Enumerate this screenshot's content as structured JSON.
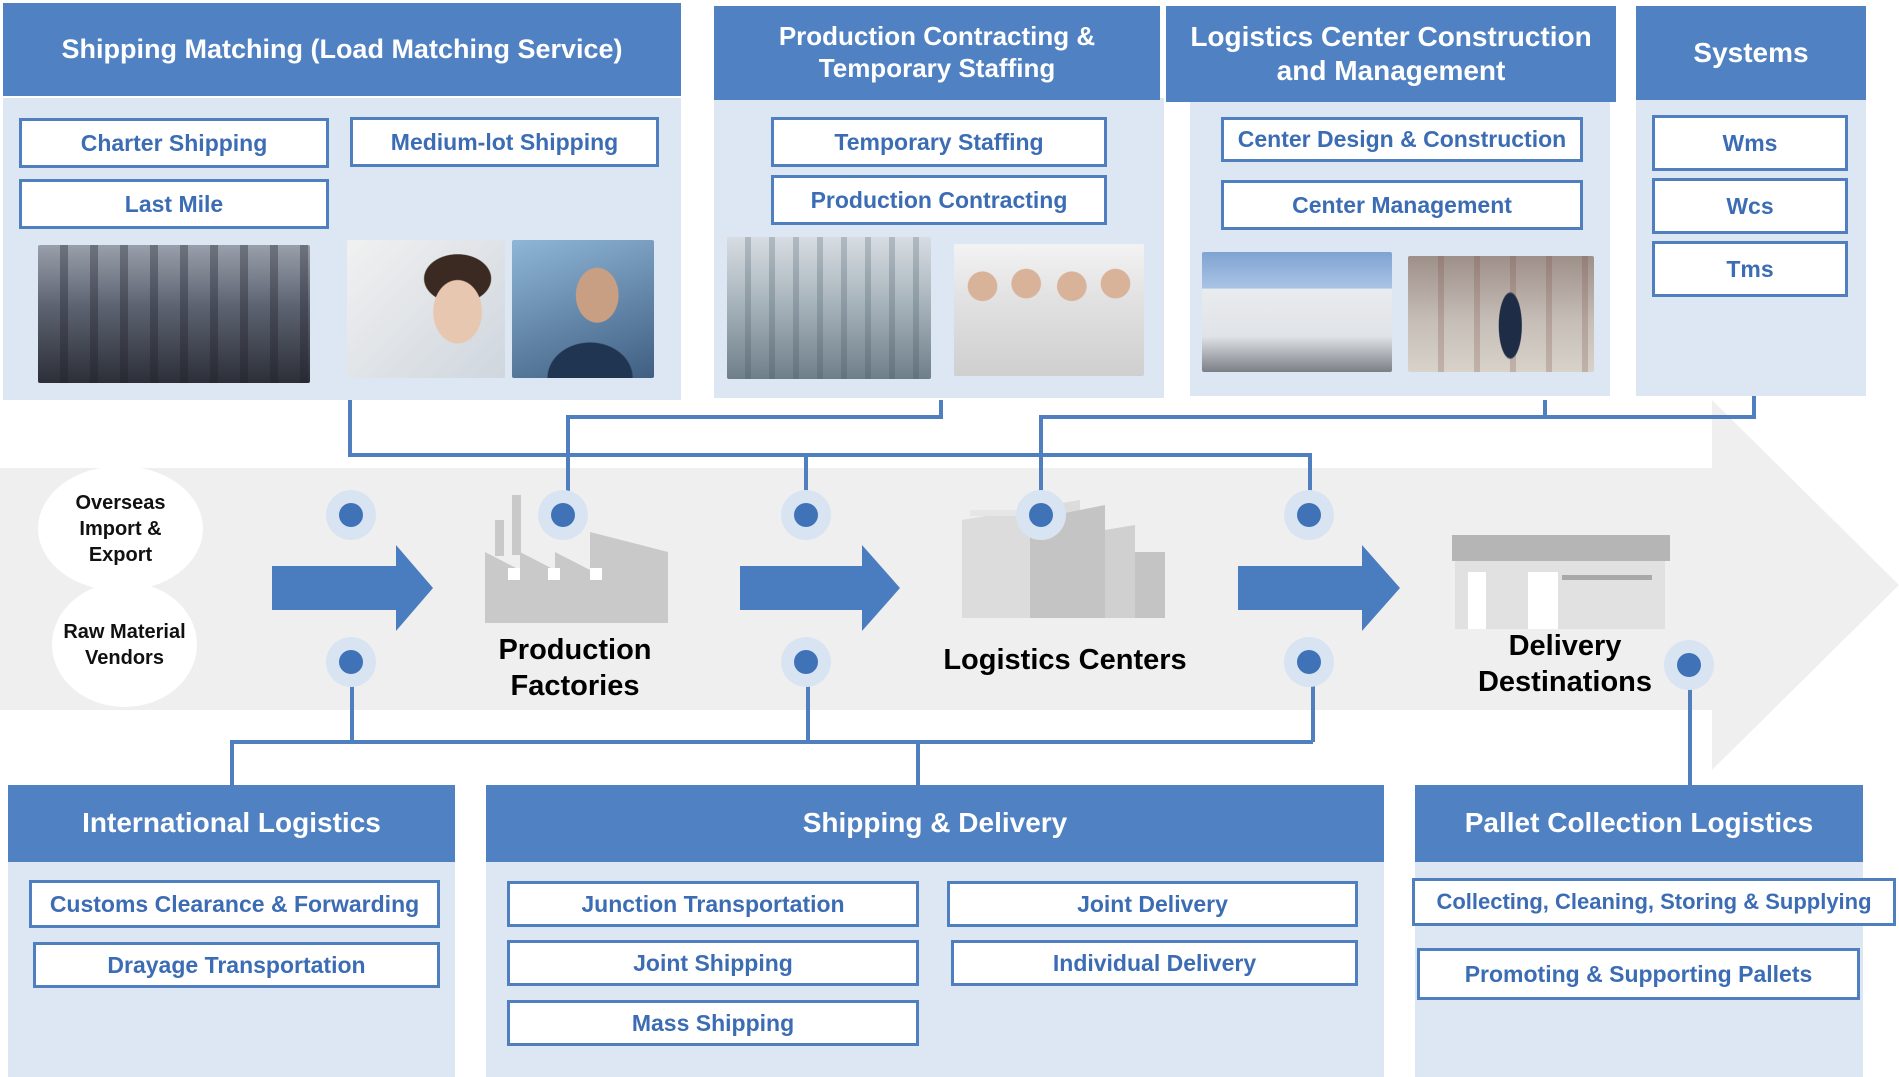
{
  "colors": {
    "header": "#5081c2",
    "panel": "#dde6f3",
    "connector": "#4f7fbf",
    "arrow": "#4a7dc0",
    "band": "#efefef"
  },
  "top_sections": [
    {
      "title": "Shipping Matching (Load Matching Service)",
      "items": [
        "Charter Shipping",
        "Medium-lot Shipping",
        "Last Mile"
      ]
    },
    {
      "title": "Production Contracting & Temporary Staffing",
      "items": [
        "Temporary Staffing",
        "Production Contracting"
      ]
    },
    {
      "title": "Logistics Center Construction and Management",
      "items": [
        "Center Design & Construction",
        "Center Management"
      ]
    },
    {
      "title": "Systems",
      "items": [
        "Wms",
        "Wcs",
        "Tms"
      ]
    }
  ],
  "sources": {
    "overseas": "Overseas Import & Export",
    "vendors": "Raw Material Vendors"
  },
  "stages": {
    "factories": "Production Factories",
    "centers": "Logistics Centers",
    "destinations": "Delivery Destinations"
  },
  "bottom_sections": [
    {
      "title": "International Logistics",
      "items": [
        "Customs Clearance & Forwarding",
        "Drayage Transportation"
      ]
    },
    {
      "title": "Shipping & Delivery",
      "items": [
        "Junction Transportation",
        "Joint Delivery",
        "Joint Shipping",
        "Individual Delivery",
        "Mass Shipping"
      ]
    },
    {
      "title": "Pallet Collection Logistics",
      "items": [
        "Collecting, Cleaning, Storing & Supplying",
        "Promoting & Supporting Pallets"
      ]
    }
  ]
}
